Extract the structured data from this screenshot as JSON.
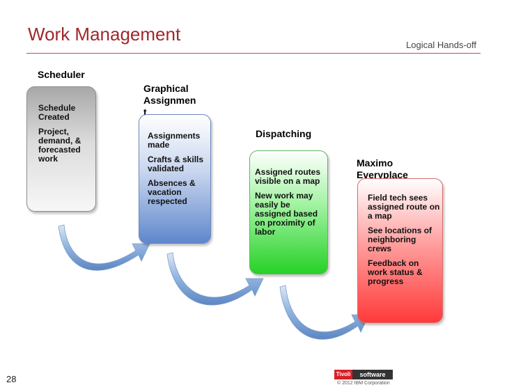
{
  "header": {
    "title": "Work Management",
    "subtitle": "Logical Hands-off"
  },
  "stages": [
    {
      "label": "Scheduler",
      "items": [
        "Schedule Created",
        "Project, demand, & forecasted work"
      ]
    },
    {
      "label": "Graphical Assignmen t",
      "items": [
        "Assignments made",
        "Crafts & skills validated",
        "Absences & vacation respected"
      ]
    },
    {
      "label": "Dispatching",
      "items": [
        "Assigned routes visible on a map",
        "New work may easily be assigned based on proximity of labor"
      ]
    },
    {
      "label": "Maximo Everyplace",
      "items": [
        "Field tech sees assigned route on a map",
        "See locations of neighboring crews",
        "Feedback on work status & progress"
      ]
    }
  ],
  "footer": {
    "page_number": "28",
    "logo_left": "Tivoli",
    "logo_right": "software",
    "copyright": "© 2012 IBM Corporation"
  },
  "colors": {
    "title": "#a0282d",
    "scheduler_box": "#c8c8c8",
    "assignment_box": "#5f87cc",
    "dispatch_box": "#27d127",
    "everyplace_box": "#ff3a3a",
    "arrow": "#7da3d8"
  }
}
